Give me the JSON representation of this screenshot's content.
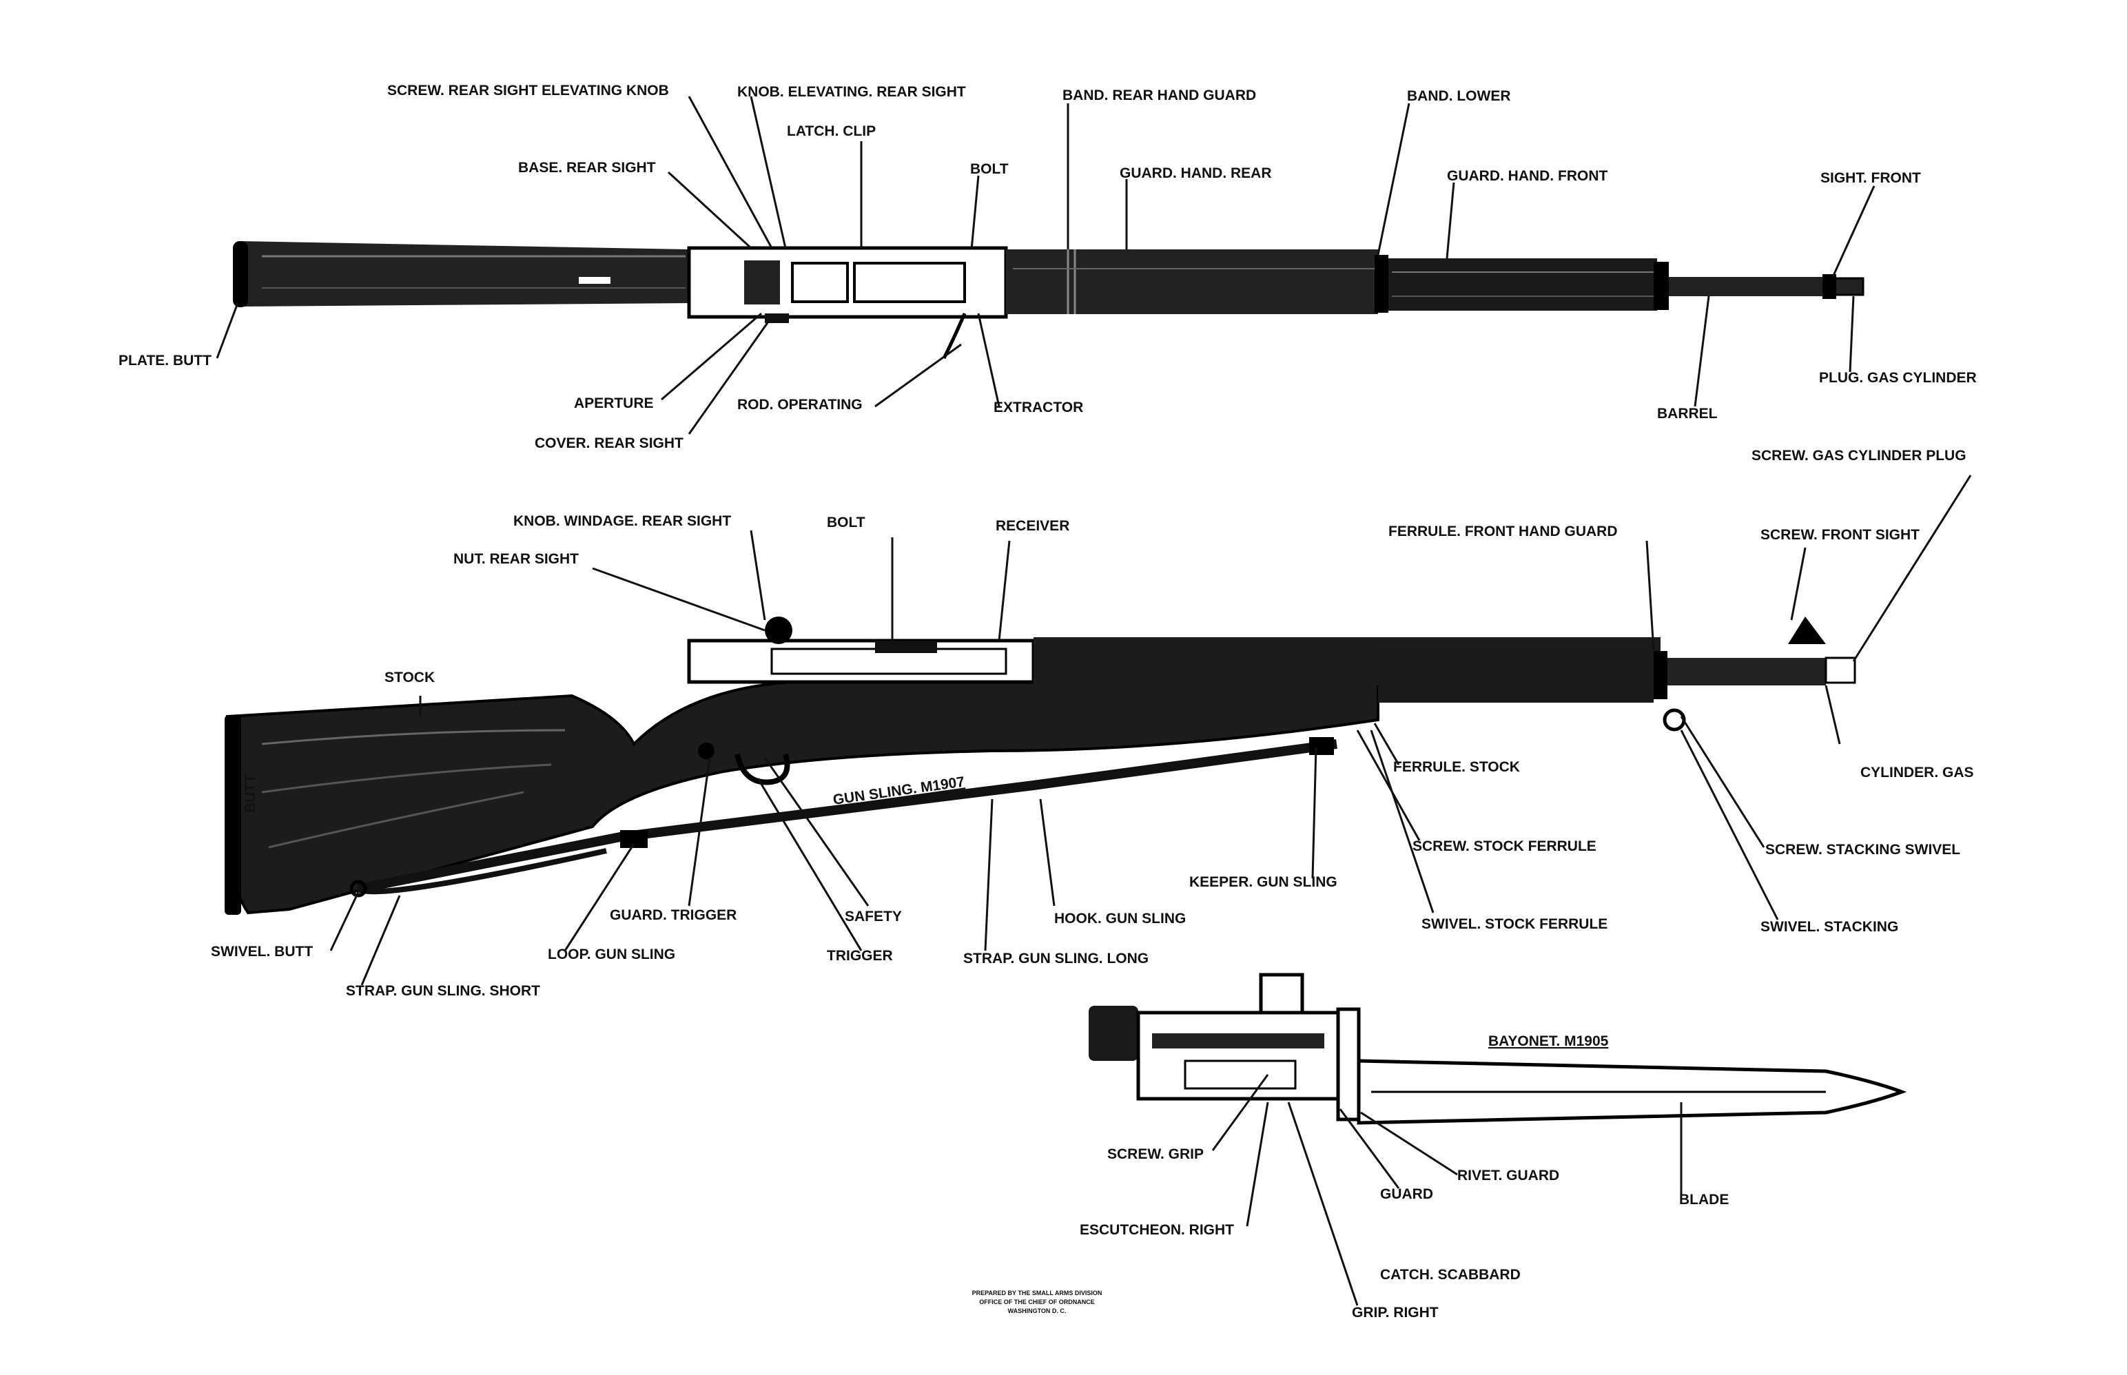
{
  "colors": {
    "ink": "#111111",
    "paper": "#ffffff",
    "wood": "#1c1c1c",
    "metal": "#0e0e0e"
  },
  "labels": {
    "screw_rear_sight_elevating_knob": "SCREW. REAR SIGHT  ELEVATING KNOB",
    "knob_elevating_rear_sight": "KNOB. ELEVATING. REAR SIGHT",
    "latch_clip": "LATCH. CLIP",
    "band_rear_hand_guard": "BAND. REAR HAND GUARD",
    "band_lower": "BAND. LOWER",
    "base_rear_sight": "BASE. REAR SIGHT",
    "bolt_top": "BOLT",
    "guard_hand_rear": "GUARD. HAND. REAR",
    "guard_hand_front": "GUARD. HAND. FRONT",
    "sight_front": "SIGHT. FRONT",
    "plate_butt": "PLATE. BUTT",
    "aperture": "APERTURE",
    "rod_operating": "ROD. OPERATING",
    "extractor": "EXTRACTOR",
    "cover_rear_sight": "COVER. REAR SIGHT",
    "plug_gas_cylinder": "PLUG. GAS CYLINDER",
    "barrel": "BARREL",
    "screw_gas_cylinder_plug": "SCREW. GAS CYLINDER PLUG",
    "knob_windage_rear_sight": "KNOB. WINDAGE. REAR SIGHT",
    "bolt_side": "BOLT",
    "receiver": "RECEIVER",
    "ferrule_front_hand_guard": "FERRULE. FRONT HAND GUARD",
    "screw_front_sight": "SCREW. FRONT SIGHT",
    "nut_rear_sight": "NUT. REAR SIGHT",
    "stock": "STOCK",
    "butt": "BUTT",
    "gun_sling_m1907": "GUN SLING. M1907",
    "ferrule_stock": "FERRULE. STOCK",
    "cylinder_gas": "CYLINDER. GAS",
    "screw_stock_ferrule": "SCREW. STOCK FERRULE",
    "screw_stacking_swivel": "SCREW. STACKING SWIVEL",
    "keeper_gun_sling": "KEEPER. GUN SLING",
    "guard_trigger": "GUARD. TRIGGER",
    "safety": "SAFETY",
    "hook_gun_sling": "HOOK. GUN SLING",
    "swivel_stock_ferrule": "SWIVEL. STOCK FERRULE",
    "swivel_stacking": "SWIVEL. STACKING",
    "swivel_butt": "SWIVEL. BUTT",
    "loop_gun_sling": "LOOP. GUN SLING",
    "trigger": "TRIGGER",
    "strap_gun_sling_long": "STRAP. GUN SLING. LONG",
    "strap_gun_sling_short": "STRAP. GUN SLING. SHORT",
    "bayonet_m1905": "BAYONET. M1905",
    "screw_grip": "SCREW. GRIP",
    "rivet_guard": "RIVET. GUARD",
    "guard_bayonet": "GUARD",
    "blade": "BLADE",
    "escutcheon_right": "ESCUTCHEON. RIGHT",
    "catch_scabbard": "CATCH. SCABBARD",
    "grip_right": "GRIP. RIGHT"
  },
  "credit": {
    "line1": "PREPARED BY THE SMALL ARMS DIVISION",
    "line2": "OFFICE OF THE CHIEF OF ORDNANCE",
    "line3": "WASHINGTON  D. C."
  }
}
